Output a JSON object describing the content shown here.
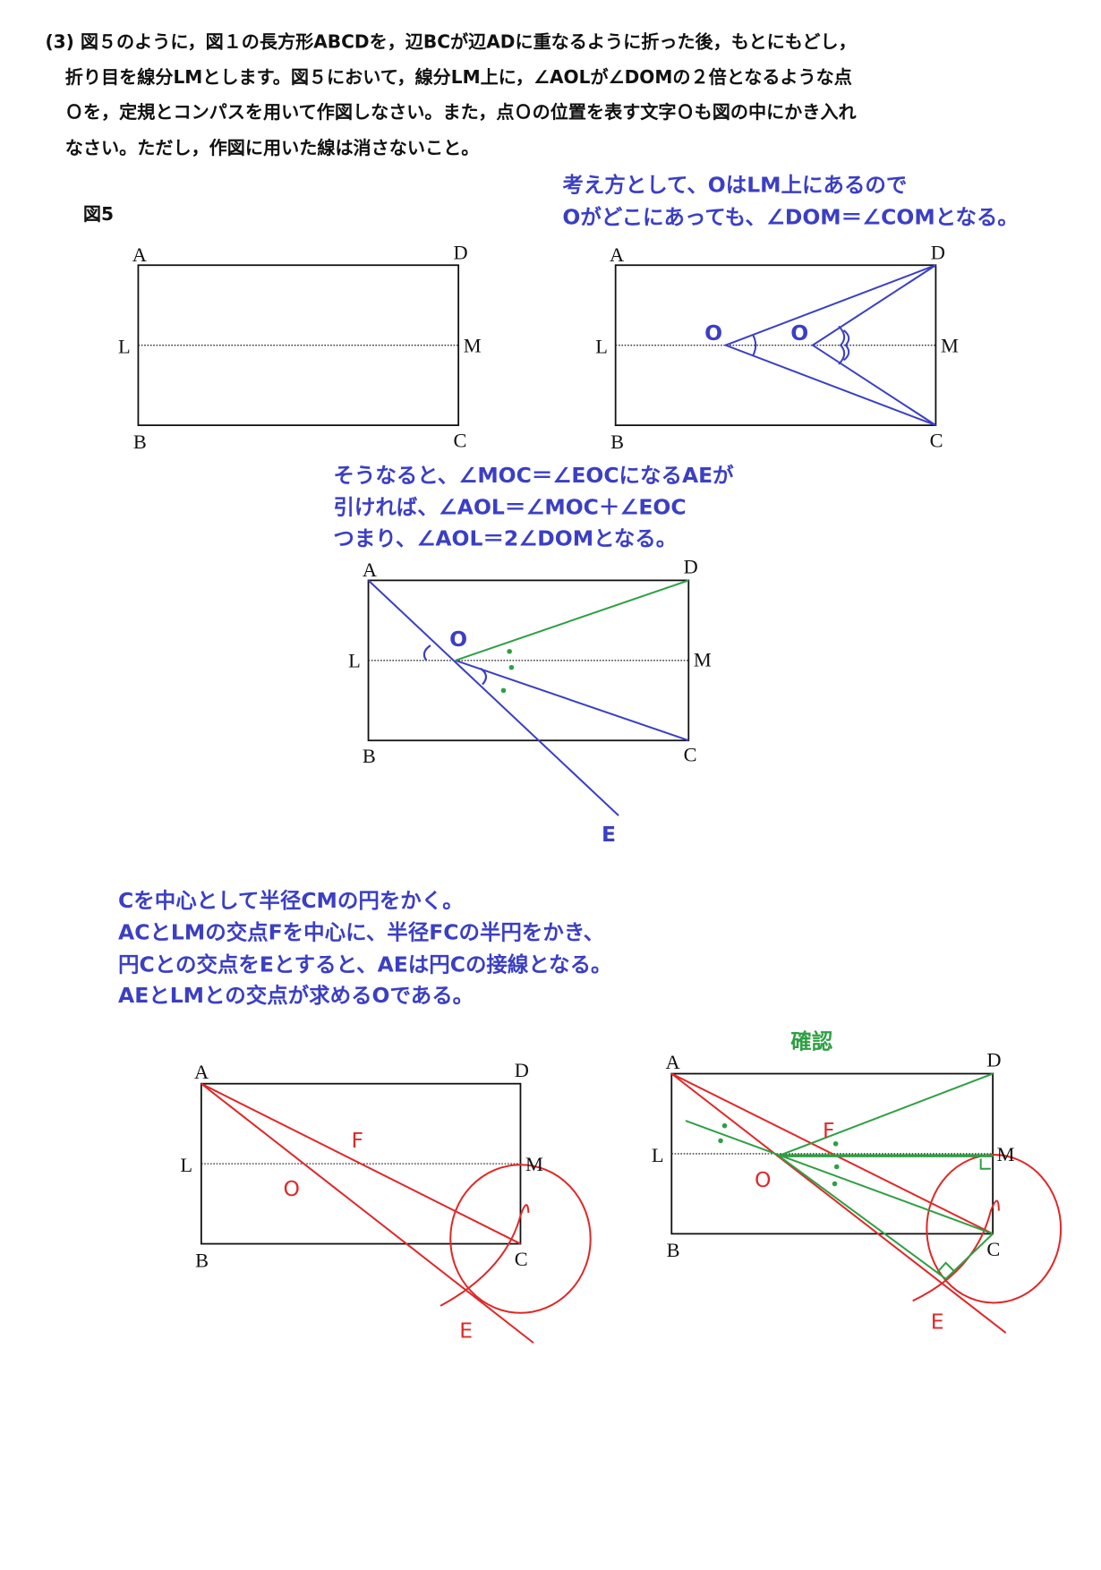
{
  "problem": {
    "lines": [
      "(3) 図５のように，図１の長方形ABCDを，辺BCが辺ADに重なるように折った後，もとにもどし，",
      "折り目を線分LMとします。図５において，線分LM上に，∠AOLが∠DOMの２倍となるような点",
      "Ｏを，定規とコンパスを用いて作図しなさい。また，点Ｏの位置を表す文字Ｏも図の中にかき入れ",
      "なさい。ただし，作図に用いた線は消さないこと。"
    ],
    "figure_label": "図5"
  },
  "note1": [
    "考え方として、OはLM上にあるので",
    "Oがどこにあっても、∠DOM＝∠COMとなる。"
  ],
  "note2": [
    "そうなると、∠MOC＝∠EOCになるAEが",
    "引ければ、∠AOL＝∠MOC＋∠EOC",
    "つまり、∠AOL＝2∠DOMとなる。"
  ],
  "note3": [
    "Cを中心として半径CMの円をかく。",
    "ACとLMの交点Fを中心に、半径FCの半円をかき、",
    "円Cとの交点をEとすると、AEは円Cの接線となる。",
    "AEとLMとの交点が求めるOである。"
  ],
  "confirm_label": "確認",
  "points": {
    "A": "A",
    "B": "B",
    "C": "C",
    "D": "D",
    "L": "L",
    "M": "M",
    "O": "O",
    "E": "E",
    "F": "F"
  },
  "colors": {
    "blue": "#3b3fc4",
    "red": "#e02828",
    "green": "#2ea043"
  }
}
